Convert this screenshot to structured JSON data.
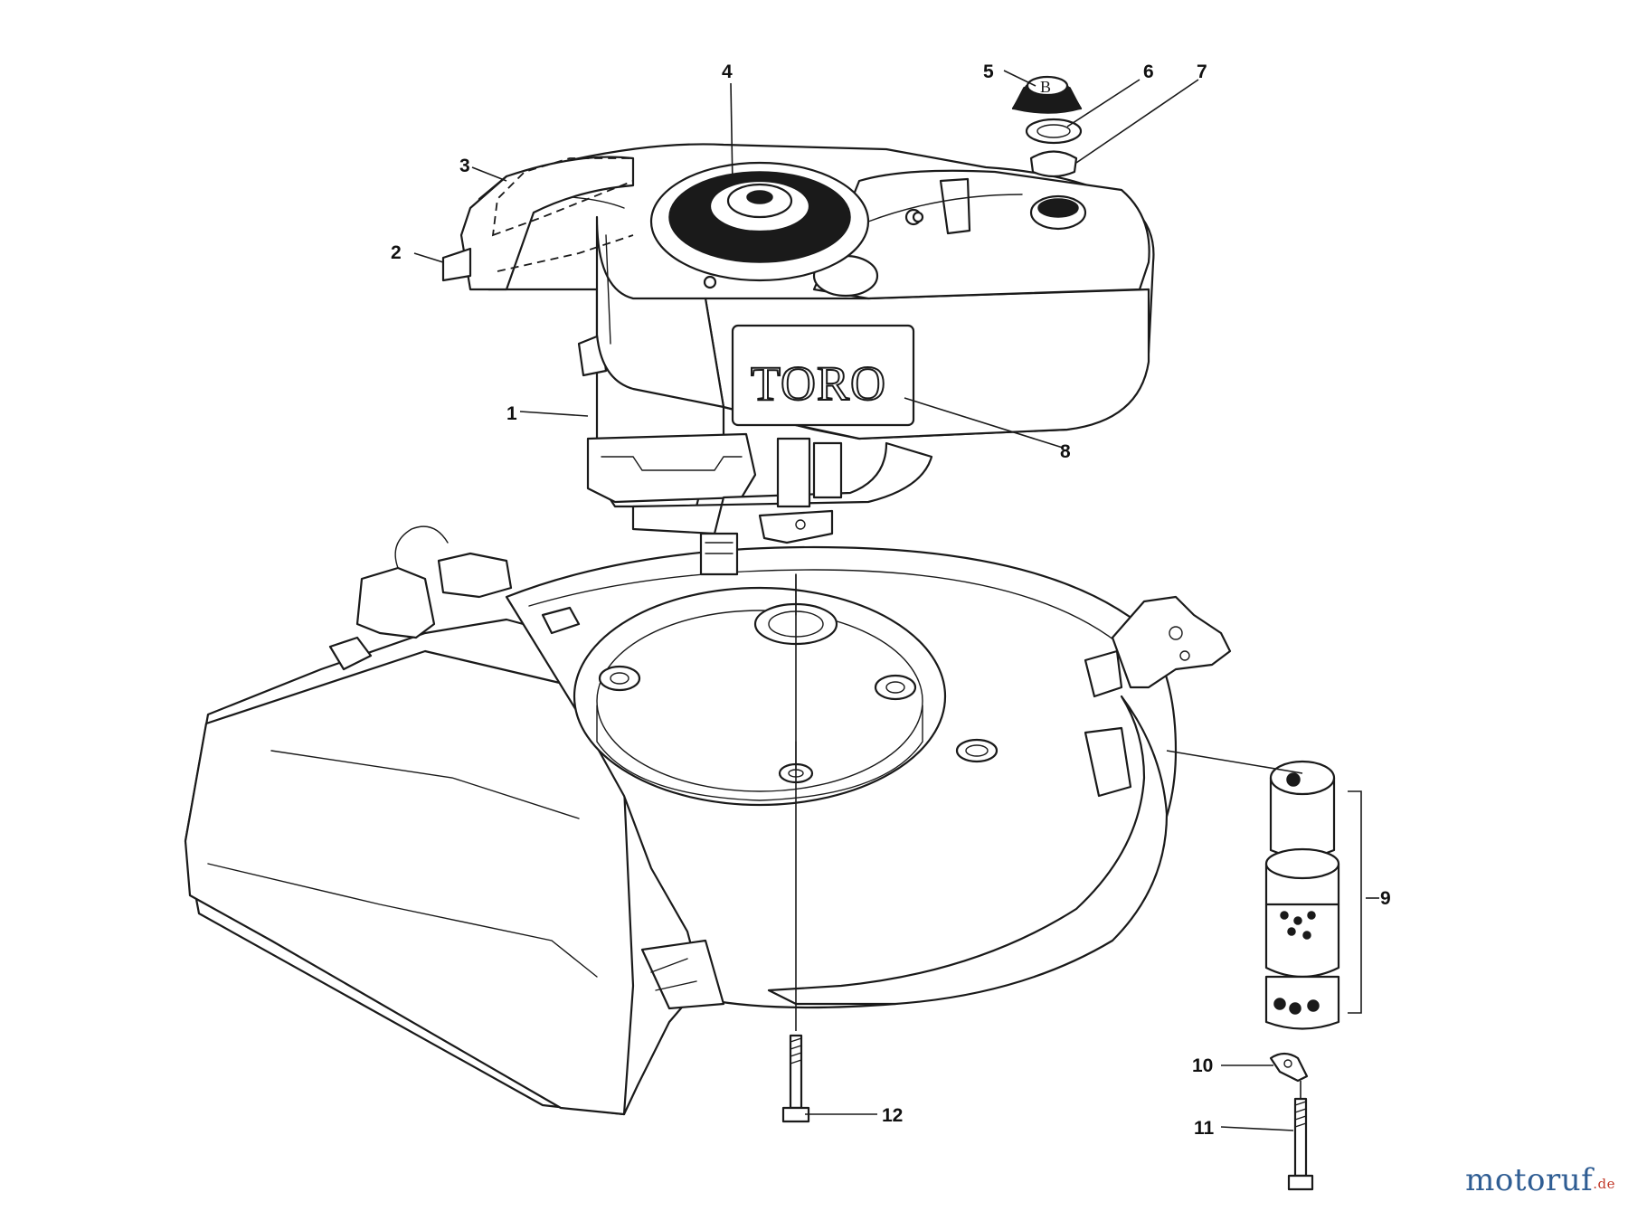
{
  "diagram": {
    "brand_label": "TORO",
    "callouts": [
      "1",
      "2",
      "3",
      "4",
      "5",
      "6",
      "7",
      "8",
      "9",
      "10",
      "11",
      "12"
    ]
  },
  "watermark": {
    "text": "motoruf",
    "tld": ".de"
  },
  "colors": {
    "line": "#1a1a1a",
    "background": "#ffffff",
    "watermark_main": "#2f5d93",
    "watermark_tld": "#c23a2a"
  }
}
